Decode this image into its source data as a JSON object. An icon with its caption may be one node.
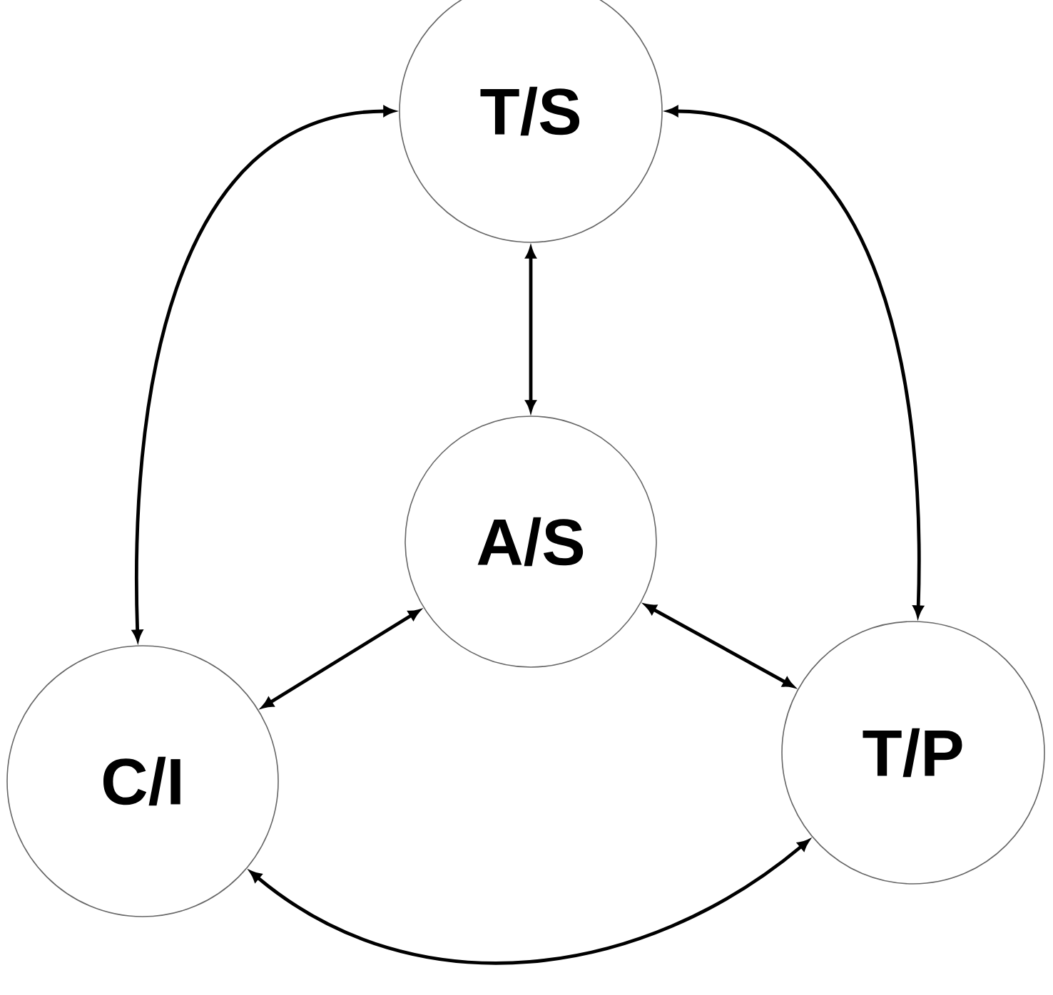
{
  "diagram": {
    "nodes": [
      {
        "text": [
          "T/S"
        ]
      },
      {
        "text": [
          "A/S"
        ]
      },
      {
        "text": [
          "C/I"
        ]
      },
      {
        "text": [
          "T/P"
        ]
      }
    ],
    "edges": [
      {
        "from": 0,
        "to": 1,
        "arrow": "both"
      },
      {
        "from": 1,
        "to": 2,
        "arrow": "both"
      },
      {
        "from": 1,
        "to": 3,
        "arrow": "both"
      },
      {
        "from": 0,
        "to": 2,
        "arrow": "both"
      },
      {
        "from": 0,
        "to": 3,
        "arrow": "both"
      },
      {
        "from": 2,
        "to": 3,
        "arrow": "both"
      }
    ]
  }
}
